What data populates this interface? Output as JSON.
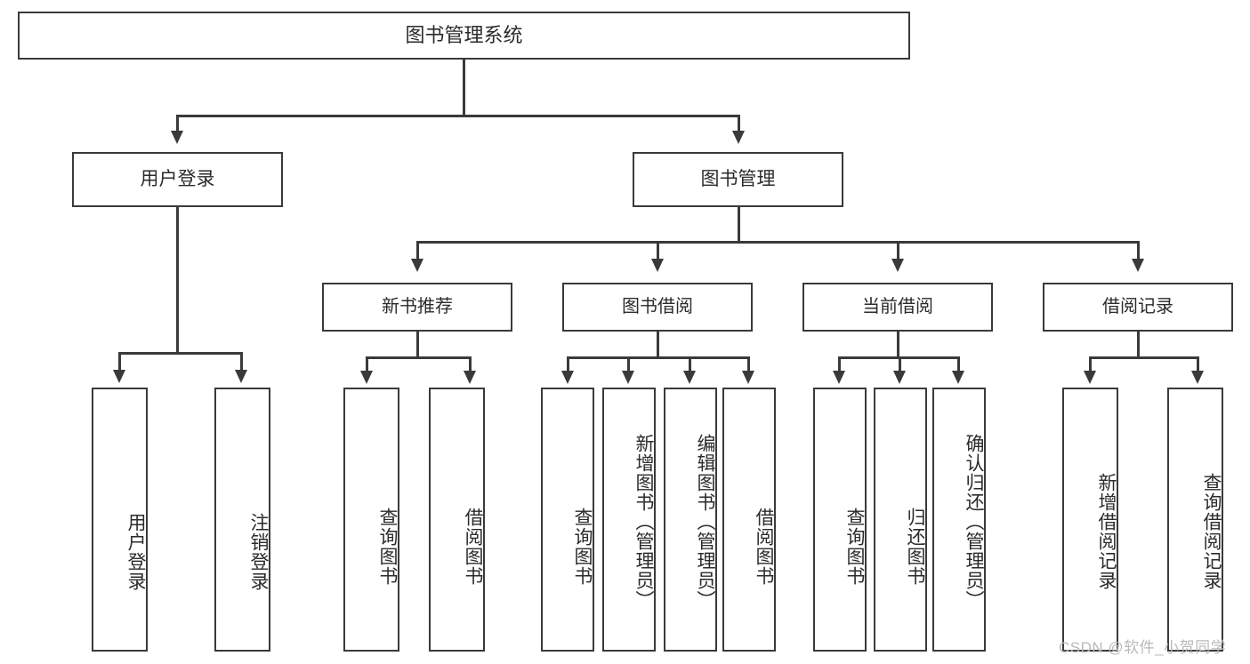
{
  "diagram": {
    "title": "图书管理系统",
    "type": "hierarchy-tree",
    "watermark": "CSDN @软件_小贺同学",
    "colors": {
      "stroke": "#3a3a3a",
      "fill": "#ffffff",
      "text": "#2b2b2b",
      "watermark": "#b9b9b9"
    },
    "root": {
      "label": "图书管理系统"
    },
    "level2": [
      {
        "label": "用户登录"
      },
      {
        "label": "图书管理"
      }
    ],
    "level3": [
      {
        "label": "新书推荐"
      },
      {
        "label": "图书借阅"
      },
      {
        "label": "当前借阅"
      },
      {
        "label": "借阅记录"
      }
    ],
    "leaves": {
      "user_login": [
        {
          "label": "用户登录"
        },
        {
          "label": "注销登录"
        }
      ],
      "new_book_recommend": [
        {
          "label": "查询图书"
        },
        {
          "label": "借阅图书"
        }
      ],
      "book_borrow": [
        {
          "label": "查询图书"
        },
        {
          "label": "新增图书（管理员）"
        },
        {
          "label": "编辑图书（管理员）"
        },
        {
          "label": "借阅图书"
        }
      ],
      "current_borrow": [
        {
          "label": "查询图书"
        },
        {
          "label": "归还图书"
        },
        {
          "label": "确认归还（管理员）"
        }
      ],
      "borrow_record": [
        {
          "label": "新增借阅记录"
        },
        {
          "label": "查询借阅记录"
        }
      ]
    }
  }
}
